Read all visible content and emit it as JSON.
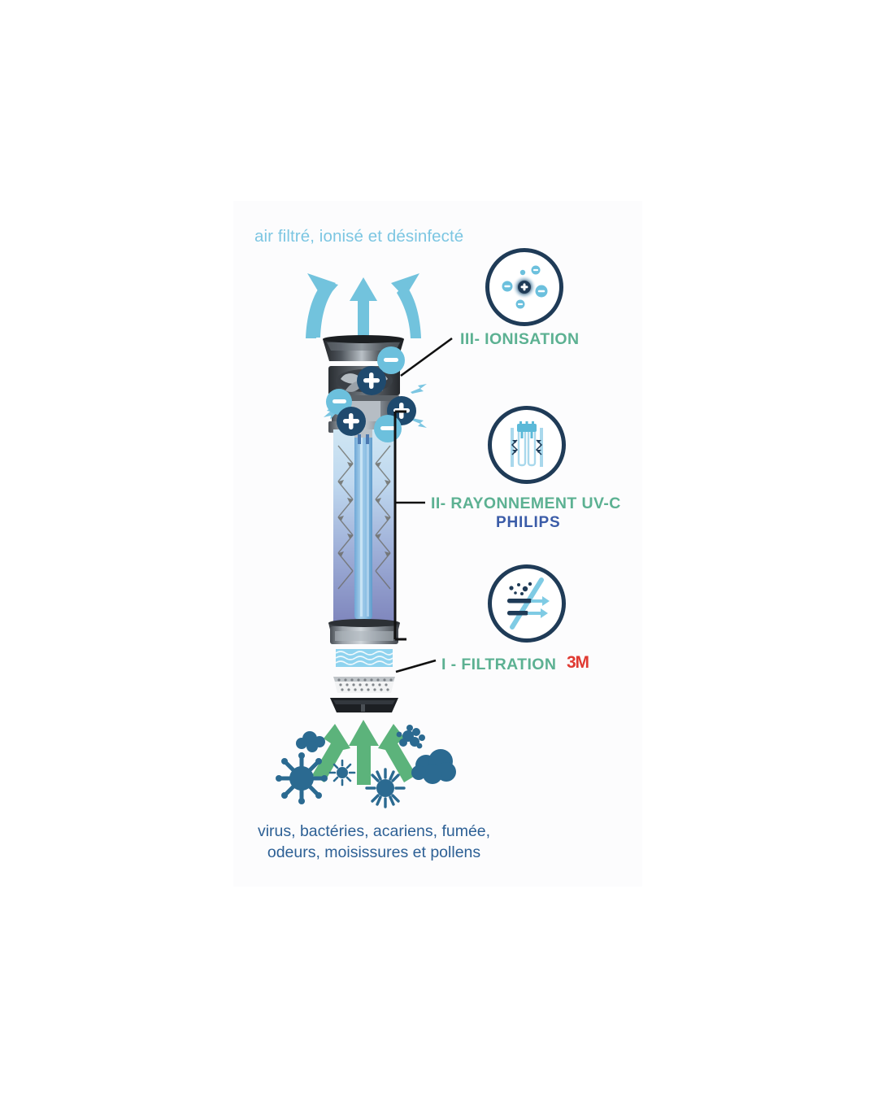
{
  "figure": {
    "type": "product-cutaway-diagram",
    "subject": "air purifier three-stage purification",
    "top_heading": "air filtré, ionisé et désinfecté",
    "bottom_caption_line1": "virus, bactéries, acariens, fumée,",
    "bottom_caption_line2": "odeurs, moisissures et pollens"
  },
  "steps": [
    {
      "id": "ionisation",
      "label": "III- IONISATION",
      "icon_name": "ion-atom-icon",
      "brand": null
    },
    {
      "id": "uvc",
      "label": "II- RAYONNEMENT UV-C",
      "icon_name": "uv-lamp-icon",
      "brand": "PHILIPS"
    },
    {
      "id": "filtration",
      "label": "I - FILTRATION",
      "icon_name": "filter-airflow-icon",
      "brand": "3M"
    }
  ],
  "colors": {
    "step_label": "#5cb192",
    "heading": "#7cc6e2",
    "caption": "#2d6095",
    "philips_blue": "#3b5ca8",
    "3m_red": "#e03a32",
    "icon_ring": "#1f3b57",
    "clean_air_arrow": "#72c3dd",
    "dirty_air_arrow": "#5cb37b",
    "pollutant": "#2b6a91"
  },
  "device": {
    "clean_air_arrows": 3,
    "dirty_air_arrows": 3,
    "ion_badges": [
      {
        "sign": "−",
        "tone": "light"
      },
      {
        "sign": "+",
        "tone": "dark"
      },
      {
        "sign": "−",
        "tone": "light"
      },
      {
        "sign": "+",
        "tone": "dark"
      },
      {
        "sign": "+",
        "tone": "dark"
      },
      {
        "sign": "−",
        "tone": "light"
      }
    ],
    "filter_layers": [
      "pleated-mesh-filter",
      "honeycomb-carbon-filter",
      "base-plate"
    ],
    "pollutant_icons": [
      "virus",
      "pollen",
      "smoke-cloud",
      "mold-spore",
      "smoke-cloud",
      "pollen"
    ]
  }
}
